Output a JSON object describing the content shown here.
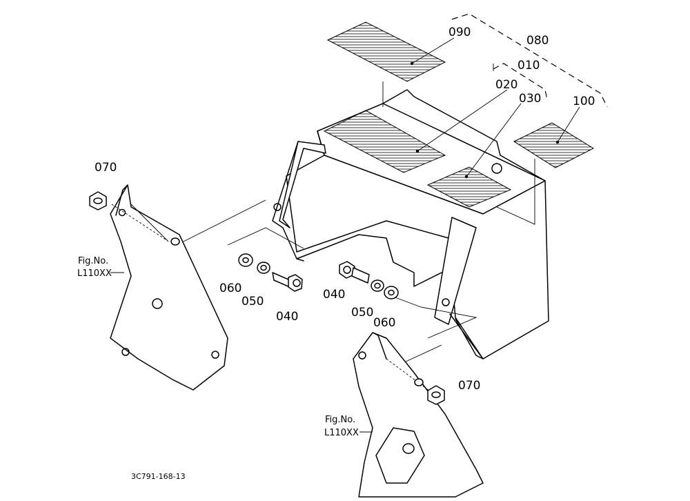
{
  "labels": {
    "p010": "010",
    "p020": "020",
    "p030": "030",
    "p040a": "040",
    "p040b": "040",
    "p050a": "050",
    "p050b": "050",
    "p060a": "060",
    "p060b": "060",
    "p070a": "070",
    "p070b": "070",
    "p080": "080",
    "p090": "090",
    "p100": "100"
  },
  "fig_refs": [
    {
      "line1": "Fig.No.",
      "line2": "L110XX"
    },
    {
      "line1": "Fig.No.",
      "line2": "L110XX"
    }
  ],
  "drawing_code": "3C791-168-13"
}
